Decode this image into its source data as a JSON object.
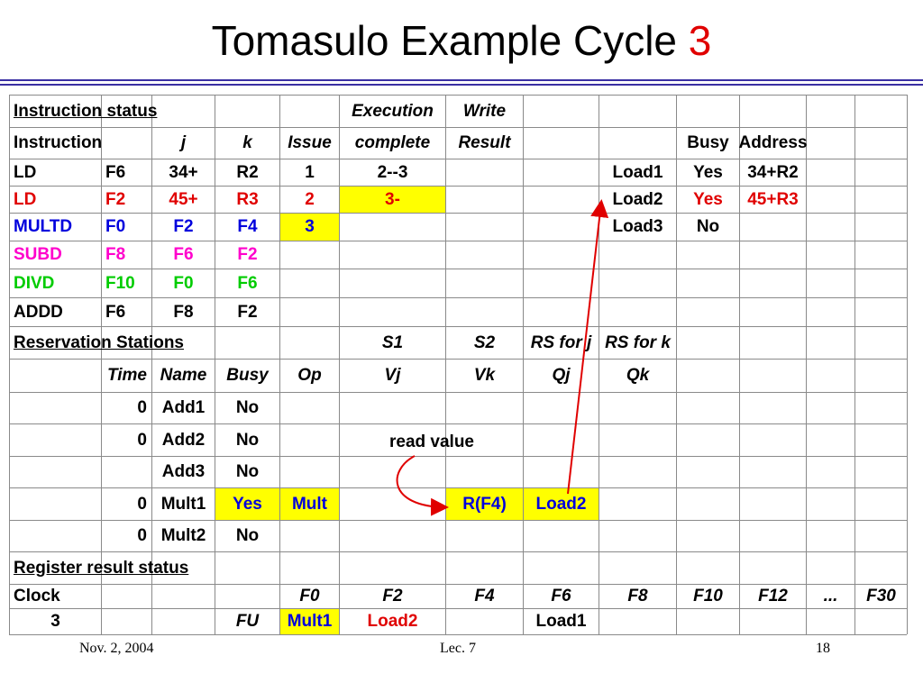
{
  "slide": {
    "title": "Tomasulo Example Cycle",
    "title_number": "3",
    "footer_left": "Nov. 2, 2004",
    "footer_mid": "Lec. 7",
    "footer_right": "18",
    "annotation": "read value"
  },
  "colors": {
    "red": "#e00000",
    "blue": "#0000dd",
    "magenta": "#ff00cc",
    "green": "#00cc00",
    "highlight": "#ffff00",
    "rule": "#3a2fa3",
    "arrow": "#e00000"
  },
  "table": {
    "rows": [
      [
        {
          "t": "Instruction status",
          "s": "ul left"
        },
        {
          "t": ""
        },
        {
          "t": ""
        },
        {
          "t": ""
        },
        {
          "t": ""
        },
        {
          "t": "Execution",
          "s": "it"
        },
        {
          "t": "Write",
          "s": "it"
        },
        {
          "t": ""
        },
        {
          "t": ""
        },
        {
          "t": ""
        },
        {
          "t": ""
        },
        {
          "t": ""
        },
        {
          "t": ""
        }
      ],
      [
        {
          "t": "Instruction",
          "s": "left"
        },
        {
          "t": ""
        },
        {
          "t": "j",
          "s": "it"
        },
        {
          "t": "k",
          "s": "it"
        },
        {
          "t": "Issue",
          "s": "it"
        },
        {
          "t": "complete",
          "s": "it"
        },
        {
          "t": "Result",
          "s": "it"
        },
        {
          "t": ""
        },
        {
          "t": ""
        },
        {
          "t": "Busy"
        },
        {
          "t": "Address"
        },
        {
          "t": ""
        },
        {
          "t": ""
        }
      ],
      [
        {
          "t": "LD",
          "s": "left"
        },
        {
          "t": "F6",
          "s": "left"
        },
        {
          "t": "34+"
        },
        {
          "t": "R2"
        },
        {
          "t": "1"
        },
        {
          "t": "2--3"
        },
        {
          "t": ""
        },
        {
          "t": ""
        },
        {
          "t": "Load1"
        },
        {
          "t": "Yes"
        },
        {
          "t": "34+R2"
        },
        {
          "t": ""
        },
        {
          "t": ""
        }
      ],
      [
        {
          "t": "LD",
          "s": "left",
          "c": "red"
        },
        {
          "t": "F2",
          "s": "left",
          "c": "red"
        },
        {
          "t": "45+",
          "c": "red"
        },
        {
          "t": "R3",
          "c": "red"
        },
        {
          "t": "2",
          "c": "red"
        },
        {
          "t": "3-",
          "c": "red",
          "s": "hl"
        },
        {
          "t": ""
        },
        {
          "t": ""
        },
        {
          "t": "Load2"
        },
        {
          "t": "Yes",
          "c": "red"
        },
        {
          "t": "45+R3",
          "c": "red"
        },
        {
          "t": ""
        },
        {
          "t": ""
        }
      ],
      [
        {
          "t": "MULTD",
          "s": "left",
          "c": "blue"
        },
        {
          "t": "F0",
          "s": "left",
          "c": "blue"
        },
        {
          "t": "F2",
          "c": "blue"
        },
        {
          "t": "F4",
          "c": "blue"
        },
        {
          "t": "3",
          "c": "blue",
          "s": "hl"
        },
        {
          "t": ""
        },
        {
          "t": ""
        },
        {
          "t": ""
        },
        {
          "t": "Load3"
        },
        {
          "t": "No"
        },
        {
          "t": ""
        },
        {
          "t": ""
        },
        {
          "t": ""
        }
      ],
      [
        {
          "t": "SUBD",
          "s": "left",
          "c": "magenta"
        },
        {
          "t": "F8",
          "s": "left",
          "c": "magenta"
        },
        {
          "t": "F6",
          "c": "magenta"
        },
        {
          "t": "F2",
          "c": "magenta"
        },
        {
          "t": ""
        },
        {
          "t": ""
        },
        {
          "t": ""
        },
        {
          "t": ""
        },
        {
          "t": ""
        },
        {
          "t": ""
        },
        {
          "t": ""
        },
        {
          "t": ""
        },
        {
          "t": ""
        }
      ],
      [
        {
          "t": "DIVD",
          "s": "left",
          "c": "green"
        },
        {
          "t": "F10",
          "s": "left",
          "c": "green"
        },
        {
          "t": "F0",
          "c": "green"
        },
        {
          "t": "F6",
          "c": "green"
        },
        {
          "t": ""
        },
        {
          "t": ""
        },
        {
          "t": ""
        },
        {
          "t": ""
        },
        {
          "t": ""
        },
        {
          "t": ""
        },
        {
          "t": ""
        },
        {
          "t": ""
        },
        {
          "t": ""
        }
      ],
      [
        {
          "t": "ADDD",
          "s": "left"
        },
        {
          "t": "F6",
          "s": "left"
        },
        {
          "t": "F8"
        },
        {
          "t": "F2"
        },
        {
          "t": ""
        },
        {
          "t": ""
        },
        {
          "t": ""
        },
        {
          "t": ""
        },
        {
          "t": ""
        },
        {
          "t": ""
        },
        {
          "t": ""
        },
        {
          "t": ""
        },
        {
          "t": ""
        }
      ],
      [
        {
          "t": "Reservation Stations",
          "s": "ul left"
        },
        {
          "t": ""
        },
        {
          "t": ""
        },
        {
          "t": ""
        },
        {
          "t": ""
        },
        {
          "t": "S1",
          "s": "it"
        },
        {
          "t": "S2",
          "s": "it"
        },
        {
          "t": "RS for j",
          "s": "it"
        },
        {
          "t": "RS for k",
          "s": "it"
        },
        {
          "t": ""
        },
        {
          "t": ""
        },
        {
          "t": ""
        },
        {
          "t": ""
        }
      ],
      [
        {
          "t": ""
        },
        {
          "t": "Time",
          "s": "it right"
        },
        {
          "t": "Name",
          "s": "it"
        },
        {
          "t": "Busy",
          "s": "it"
        },
        {
          "t": "Op",
          "s": "it"
        },
        {
          "t": "Vj",
          "s": "it"
        },
        {
          "t": "Vk",
          "s": "it"
        },
        {
          "t": "Qj",
          "s": "it"
        },
        {
          "t": "Qk",
          "s": "it"
        },
        {
          "t": ""
        },
        {
          "t": ""
        },
        {
          "t": ""
        },
        {
          "t": ""
        }
      ],
      [
        {
          "t": ""
        },
        {
          "t": "0",
          "s": "right"
        },
        {
          "t": "Add1"
        },
        {
          "t": "No"
        },
        {
          "t": ""
        },
        {
          "t": ""
        },
        {
          "t": ""
        },
        {
          "t": ""
        },
        {
          "t": ""
        },
        {
          "t": ""
        },
        {
          "t": ""
        },
        {
          "t": ""
        },
        {
          "t": ""
        }
      ],
      [
        {
          "t": ""
        },
        {
          "t": "0",
          "s": "right"
        },
        {
          "t": "Add2"
        },
        {
          "t": "No"
        },
        {
          "t": ""
        },
        {
          "t": ""
        },
        {
          "t": ""
        },
        {
          "t": ""
        },
        {
          "t": ""
        },
        {
          "t": ""
        },
        {
          "t": ""
        },
        {
          "t": ""
        },
        {
          "t": ""
        }
      ],
      [
        {
          "t": ""
        },
        {
          "t": ""
        },
        {
          "t": "Add3"
        },
        {
          "t": "No"
        },
        {
          "t": ""
        },
        {
          "t": ""
        },
        {
          "t": ""
        },
        {
          "t": ""
        },
        {
          "t": ""
        },
        {
          "t": ""
        },
        {
          "t": ""
        },
        {
          "t": ""
        },
        {
          "t": ""
        }
      ],
      [
        {
          "t": ""
        },
        {
          "t": "0",
          "s": "right"
        },
        {
          "t": "Mult1"
        },
        {
          "t": "Yes",
          "c": "blue",
          "s": "hl"
        },
        {
          "t": "Mult",
          "c": "blue",
          "s": "hl"
        },
        {
          "t": ""
        },
        {
          "t": "R(F4)",
          "c": "blue",
          "s": "hl"
        },
        {
          "t": "Load2",
          "c": "blue",
          "s": "hl"
        },
        {
          "t": ""
        },
        {
          "t": ""
        },
        {
          "t": ""
        },
        {
          "t": ""
        },
        {
          "t": ""
        }
      ],
      [
        {
          "t": ""
        },
        {
          "t": "0",
          "s": "right"
        },
        {
          "t": "Mult2"
        },
        {
          "t": "No"
        },
        {
          "t": ""
        },
        {
          "t": ""
        },
        {
          "t": ""
        },
        {
          "t": ""
        },
        {
          "t": ""
        },
        {
          "t": ""
        },
        {
          "t": ""
        },
        {
          "t": ""
        },
        {
          "t": ""
        }
      ],
      [
        {
          "t": "Register result status",
          "s": "ul left"
        },
        {
          "t": ""
        },
        {
          "t": ""
        },
        {
          "t": ""
        },
        {
          "t": ""
        },
        {
          "t": ""
        },
        {
          "t": ""
        },
        {
          "t": ""
        },
        {
          "t": ""
        },
        {
          "t": ""
        },
        {
          "t": ""
        },
        {
          "t": ""
        },
        {
          "t": ""
        }
      ],
      [
        {
          "t": "Clock",
          "s": "left"
        },
        {
          "t": ""
        },
        {
          "t": ""
        },
        {
          "t": ""
        },
        {
          "t": "F0",
          "s": "it"
        },
        {
          "t": "F2",
          "s": "it"
        },
        {
          "t": "F4",
          "s": "it"
        },
        {
          "t": "F6",
          "s": "it"
        },
        {
          "t": "F8",
          "s": "it"
        },
        {
          "t": "F10",
          "s": "it"
        },
        {
          "t": "F12",
          "s": "it"
        },
        {
          "t": "...",
          "s": "it"
        },
        {
          "t": "F30",
          "s": "it"
        }
      ],
      [
        {
          "t": "3"
        },
        {
          "t": ""
        },
        {
          "t": ""
        },
        {
          "t": "FU",
          "s": "it"
        },
        {
          "t": "Mult1",
          "c": "blue",
          "s": "hl"
        },
        {
          "t": "Load2",
          "c": "red"
        },
        {
          "t": ""
        },
        {
          "t": "Load1"
        },
        {
          "t": ""
        },
        {
          "t": ""
        },
        {
          "t": ""
        },
        {
          "t": ""
        },
        {
          "t": ""
        }
      ]
    ]
  }
}
